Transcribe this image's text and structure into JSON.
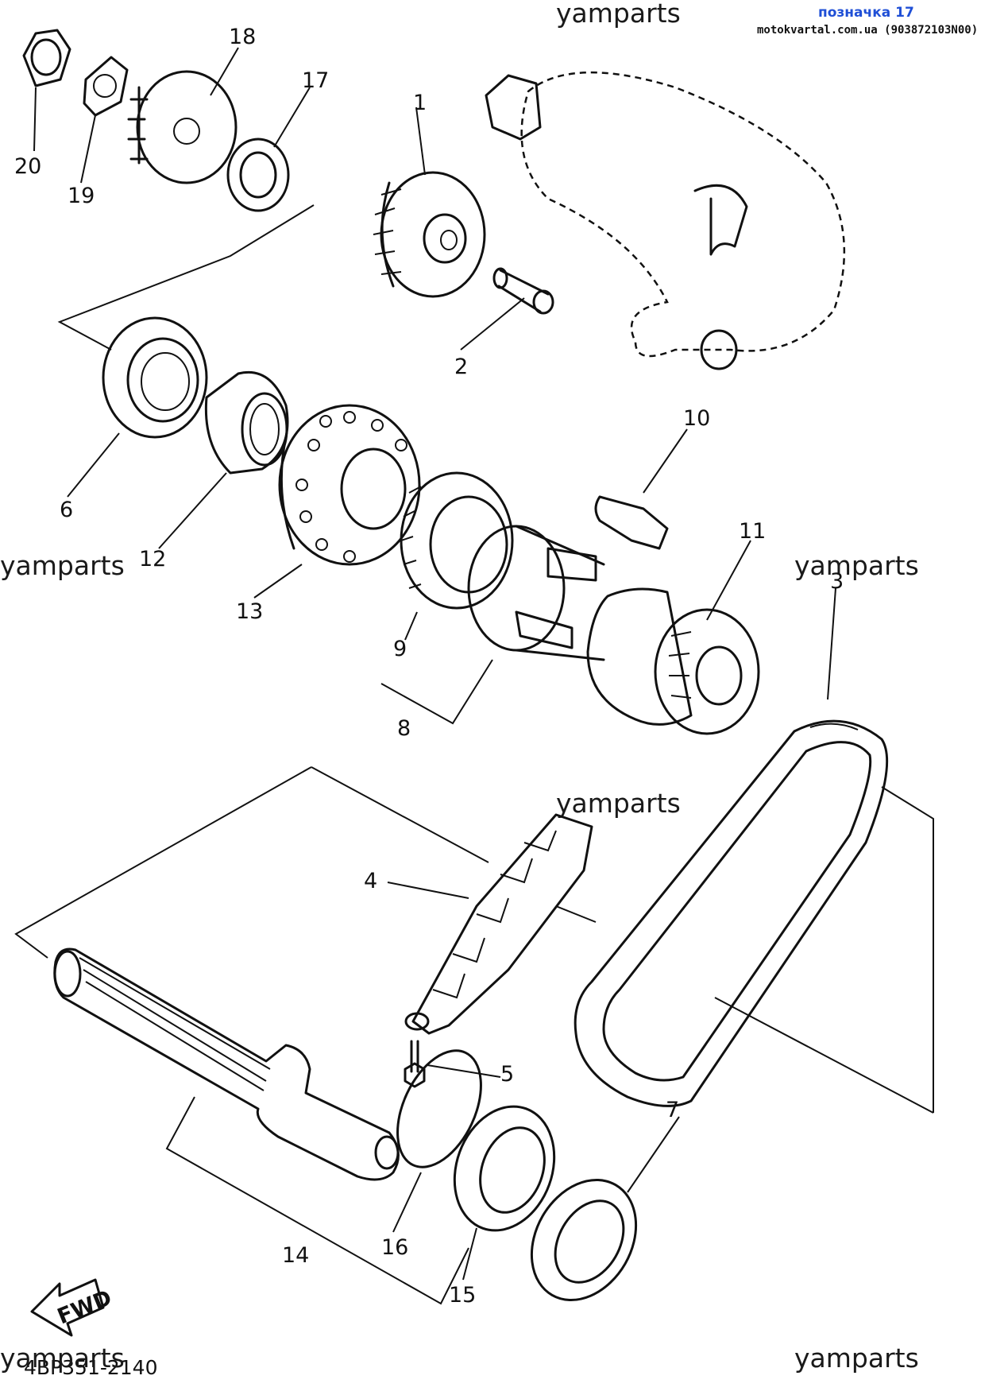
{
  "header": {
    "label": "позначка 17",
    "site": "motokvartal.com.ua (903872103N00)"
  },
  "watermark": "yamparts",
  "diagram_code": "4BP351-2140",
  "fwd_label": "FWD",
  "callouts": [
    "1",
    "2",
    "3",
    "4",
    "5",
    "6",
    "7",
    "8",
    "9",
    "10",
    "11",
    "12",
    "13",
    "14",
    "15",
    "16",
    "17",
    "18",
    "19",
    "20"
  ]
}
